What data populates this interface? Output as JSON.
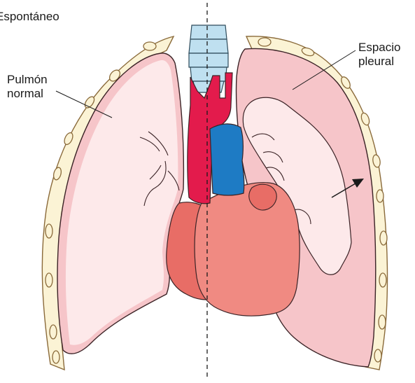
{
  "figure": {
    "title": "Espontáneo",
    "labels": {
      "normal_lung": [
        "Pulmón",
        "normal"
      ],
      "pleural_space": [
        "Espacio",
        "pleural"
      ]
    }
  },
  "colors": {
    "rib_fill": "#fbf3d5",
    "rib_stroke": "#8a6a3a",
    "lung_outer": "#f6c5c9",
    "lung_inner": "#fde9ea",
    "lung_stroke": "#3b2326",
    "trachea": "#bfe0f0",
    "aorta": "#e31b4c",
    "vena": "#1e7bc4",
    "heart": "#f08a82",
    "heart_dark": "#e86d66"
  },
  "icons": [
    "arrow-icon"
  ]
}
